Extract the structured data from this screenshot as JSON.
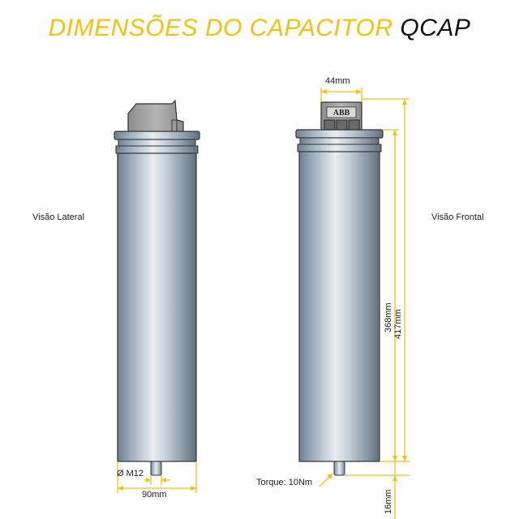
{
  "title": {
    "part1": "DIMENSÕES DO CAPACITOR",
    "part2": "QCAP"
  },
  "colors": {
    "accent": "#f2c10f",
    "dimension_line": "#f2c10f",
    "body": "#a9b6c2",
    "text": "#222222"
  },
  "views": {
    "lateral": {
      "label": "Visão Lateral"
    },
    "frontal": {
      "label": "Visão Frontal"
    }
  },
  "dimensions": {
    "top_width": "44mm",
    "diameter": "90mm",
    "thread": "Ø M12",
    "body_height": "368mm",
    "total_height": "417mm",
    "stud_length": "16mm",
    "torque": "Torque: 10Nm"
  },
  "brand": "ABB"
}
